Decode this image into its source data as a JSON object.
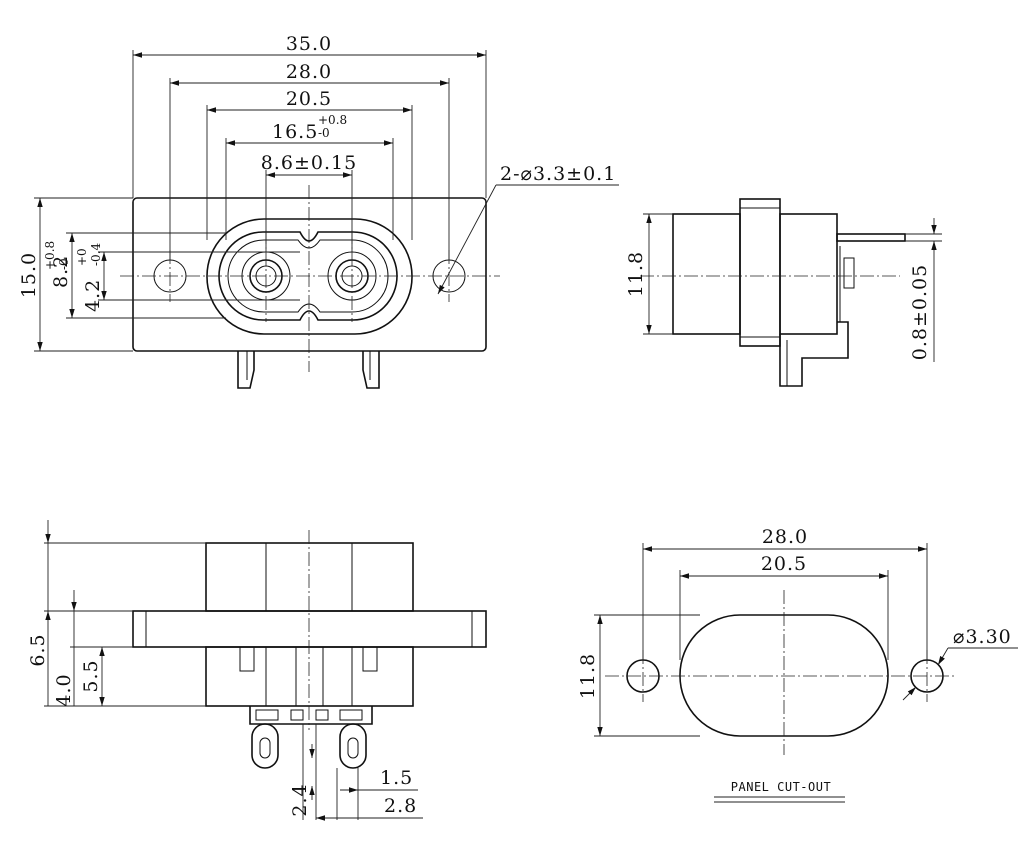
{
  "front": {
    "width": "35.0",
    "holes_spacing": "28.0",
    "body_width": "20.5",
    "slot_width": "16.5",
    "slot_tol_up": "+0.8",
    "slot_tol_down": "-0",
    "pin_spacing": "8.6±0.15",
    "holes": "2-⌀3.3±0.1",
    "height": "15.0",
    "slot_height": "8.2",
    "slot_h_tol_up": "+0.8",
    "slot_h_tol_down": "-0",
    "neck_height": "4.2",
    "neck_tol_up": "+0",
    "neck_tol_down": "-0.4"
  },
  "side": {
    "body_height": "11.8",
    "tab_thickness": "0.8±0.05"
  },
  "bottom": {
    "h_total": "6.5",
    "h_body": "4.0",
    "h_below": "5.5",
    "pin_width": "1.5",
    "pin_height": "2.4",
    "pin_pitch": "2.8"
  },
  "cutout": {
    "holes_spacing": "28.0",
    "slot_width": "20.5",
    "height": "11.8",
    "hole_dia": "⌀3.30",
    "title": "PANEL CUT-OUT"
  }
}
